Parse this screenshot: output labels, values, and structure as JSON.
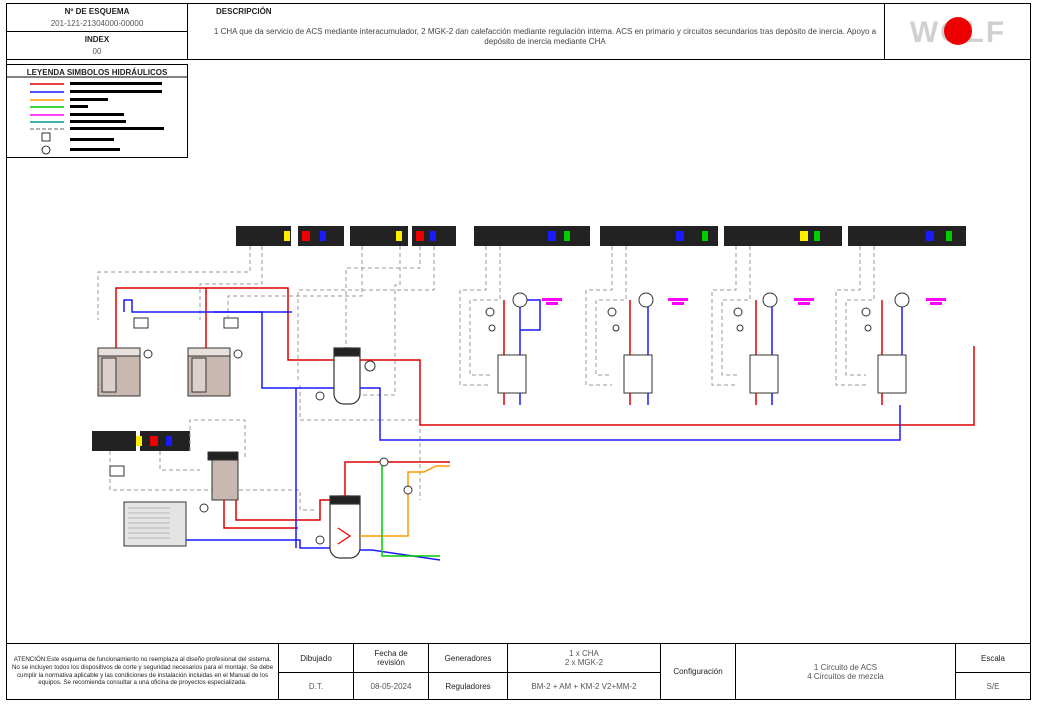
{
  "header": {
    "scheme_no_label": "Nº DE ESQUEMA",
    "scheme_no_value": "201-121-21304000-00000",
    "index_label": "INDEX",
    "index_value": "00",
    "description_label": "DESCRIPCIÓN",
    "description_text": "1 CHA que da servicio de ACS mediante interacumulador, 2 MGK-2 dan  calefacción mediante regulación interna. ACS en primario y circuitos secundarios tras depósito de inercia.  Apoyo a depósito de inercia mediante  CHA",
    "logo_text": "WOLF"
  },
  "legend": {
    "title": "LEYENDA SIMBOLOS HIDRÁULICOS",
    "colors": {
      "red": "#e00000",
      "blue": "#1a1aff",
      "orange": "#ff9900",
      "green": "#00cc00",
      "magenta": "#ff00ff",
      "teal": "#009999",
      "grey": "#999999"
    }
  },
  "footer": {
    "warning": "ATENCIÓN:Este esquema de funcionamiento no reemplaza al diseño profesional del sistema. No se incluyen todos los dispositivos de corte y seguridad necesarios para el montaje. Se debe cumplir la normativa aplicable y las condiciones de instalación incluidas en el Manual de los equipos. Se recomienda consultar a una oficina de proyectos especializada.",
    "dibujado_label": "Dibujado",
    "dibujado_value": "D.T.",
    "fecha_label": "Fecha de revisión",
    "fecha_value": "08-05-2024",
    "generadores_label": "Generadores",
    "generadores_value_1": "1 x CHA",
    "generadores_value_2": "2 x MGK-2",
    "reguladores_label": "Reguladores",
    "reguladores_value": "BM-2 + AM + KM-2 V2+MM-2",
    "configuracion_label": "Configuración",
    "configuracion_value_1": "1 Circuito de ACS",
    "configuracion_value_2": "4 Circuitos de mezcla",
    "escala_label": "Escala",
    "escala_value": "S/E"
  }
}
